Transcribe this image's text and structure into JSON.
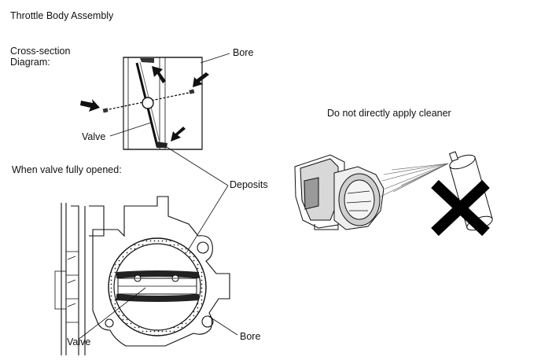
{
  "title": "Throttle Body Assembly",
  "cross_section": {
    "line1": "Cross-section",
    "line2": "Diagram:"
  },
  "labels": {
    "bore_top": "Bore",
    "valve_top": "Valve",
    "fully_opened": "When valve fully opened:",
    "deposits": "Deposits",
    "caution": "Do not directly apply cleaner",
    "valve_bottom": "Valve",
    "bore_bottom": "Bore"
  },
  "icons": [
    "flow-arrow-icon",
    "prohibited-x-icon",
    "spray-can-icon"
  ]
}
